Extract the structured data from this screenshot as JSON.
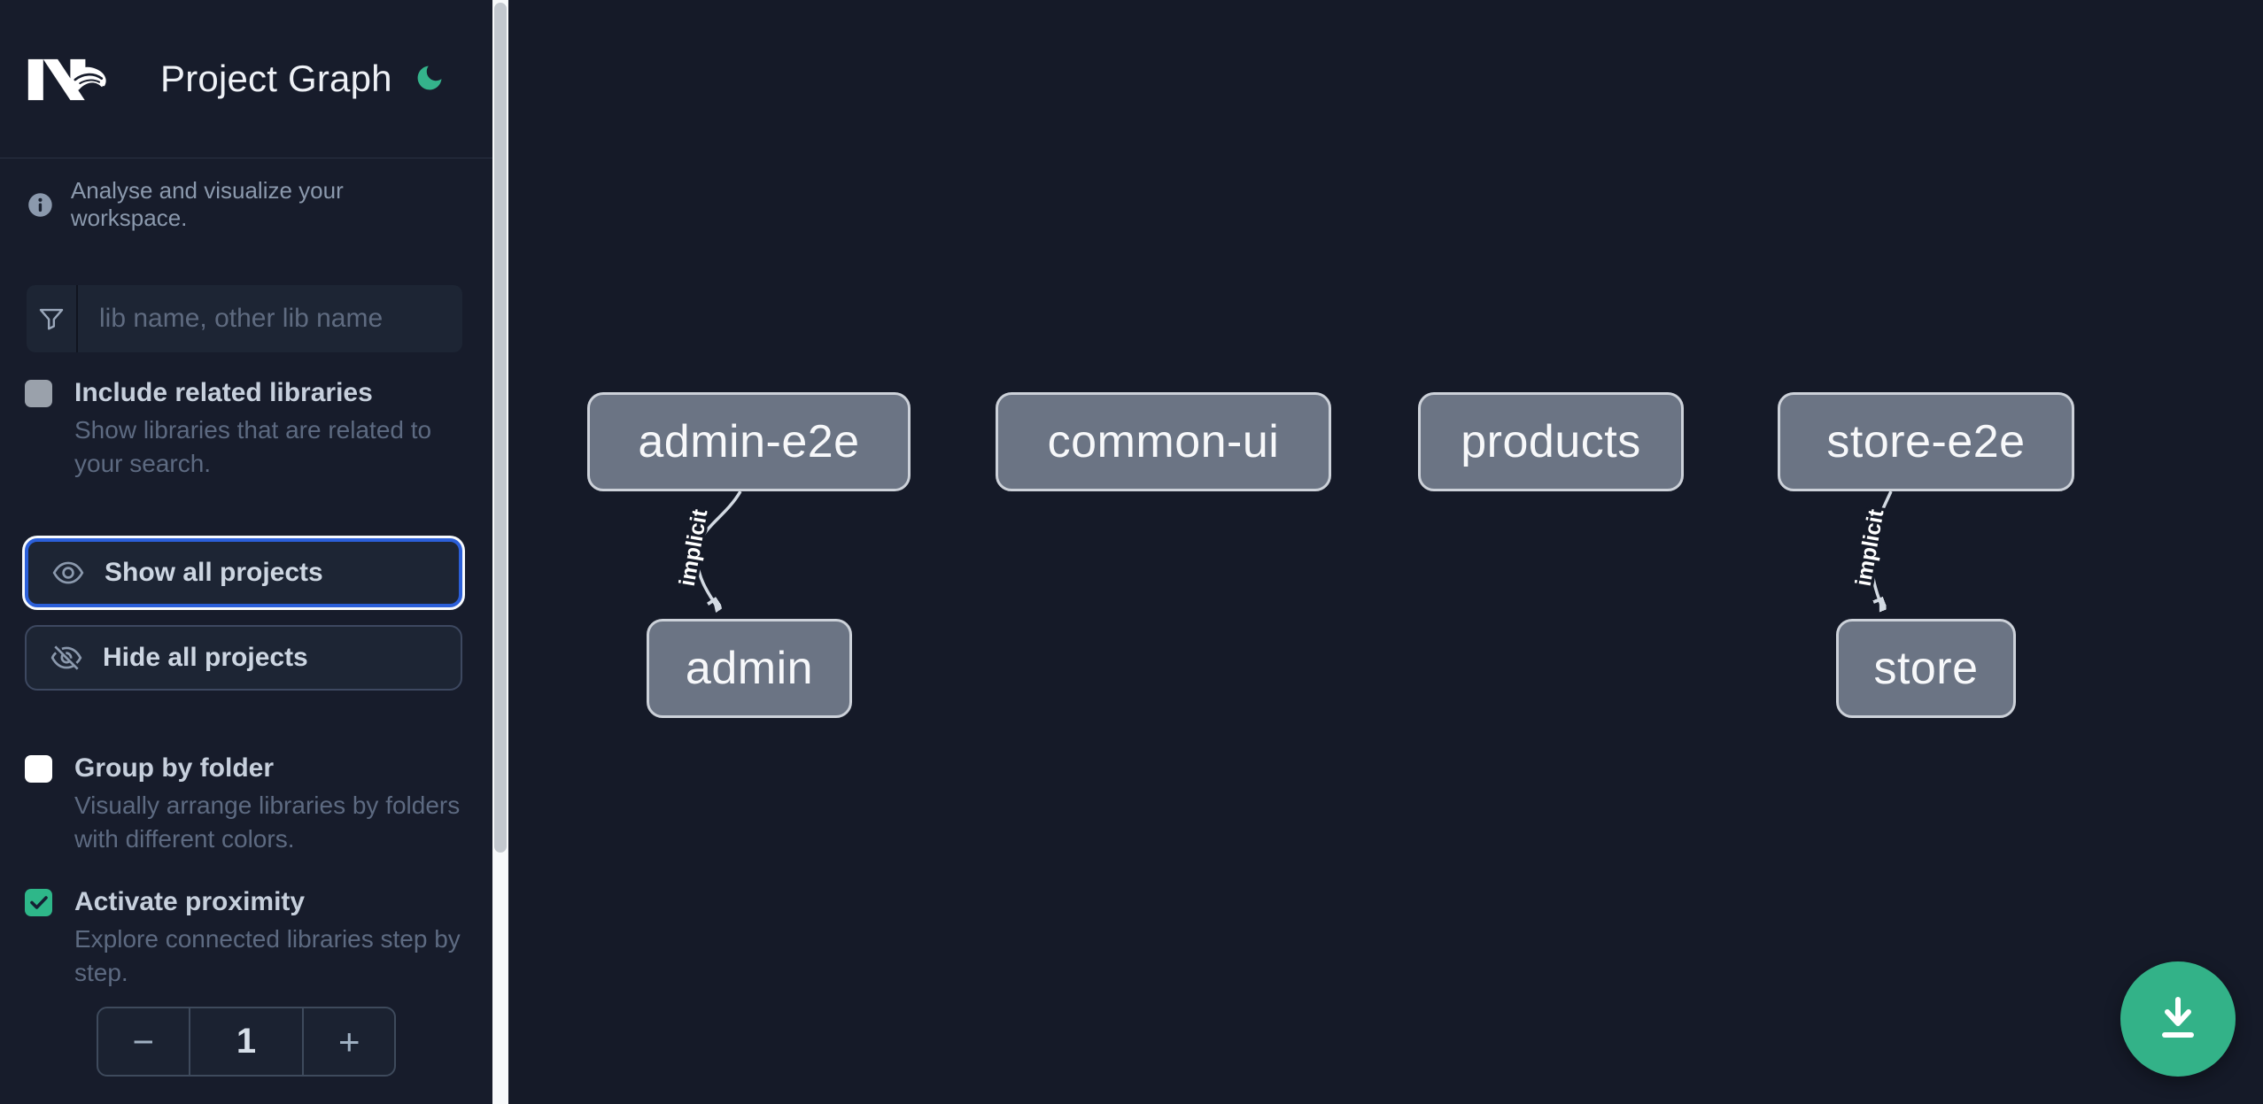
{
  "app": {
    "title": "Project Graph",
    "logo_icon": "nx-logo",
    "theme_toggle_icon": "moon-icon"
  },
  "sidebar": {
    "tagline": "Analyse and visualize your workspace.",
    "search": {
      "placeholder": "lib name, other lib name",
      "icon": "funnel-icon",
      "value": ""
    },
    "options": [
      {
        "label": "Include related libraries",
        "description": "Show libraries that are related to your search.",
        "checked": false
      },
      {
        "label": "Group by folder",
        "description": "Visually arrange libraries by folders with different colors.",
        "checked": false
      },
      {
        "label": "Activate proximity",
        "description": "Explore connected libraries step by step.",
        "checked": true
      }
    ],
    "actions": [
      {
        "label": "Show all projects",
        "icon": "eye-icon",
        "focused": true
      },
      {
        "label": "Hide all projects",
        "icon": "eye-off-icon",
        "focused": false
      }
    ],
    "stepper": {
      "decrement": "−",
      "value": "1",
      "increment": "+"
    }
  },
  "graph": {
    "nodes": [
      {
        "label": "admin-e2e"
      },
      {
        "label": "common-ui"
      },
      {
        "label": "products"
      },
      {
        "label": "store-e2e"
      },
      {
        "label": "admin"
      },
      {
        "label": "store"
      }
    ],
    "edges": [
      {
        "from": "admin-e2e",
        "to": "admin",
        "label": "implicit"
      },
      {
        "from": "store-e2e",
        "to": "store",
        "label": "implicit"
      }
    ]
  },
  "fab": {
    "icon": "download-icon"
  },
  "colors": {
    "accent_green": "#33b288",
    "focus_blue": "#2b5fd9",
    "node_fill": "#6b7484",
    "node_border": "#ccd1d9",
    "sidebar_background": "#171c2b",
    "canvas_background": "#151a28"
  }
}
